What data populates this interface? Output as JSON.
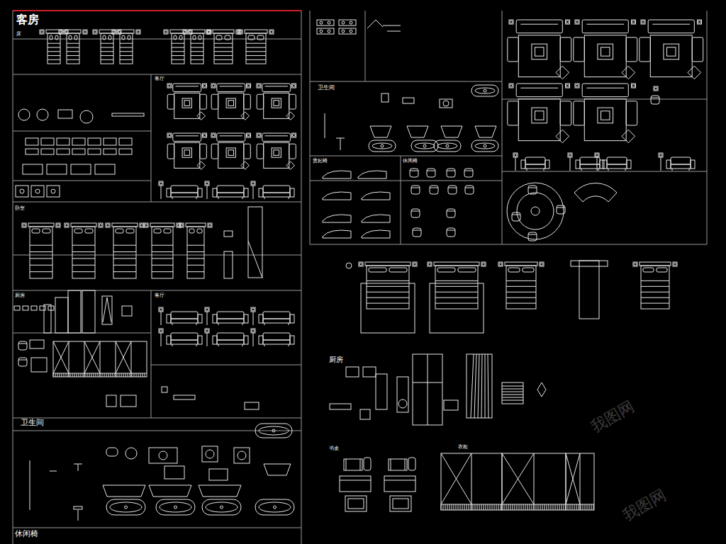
{
  "diagram": {
    "title": "客房",
    "labels": [
      "床",
      "客厅",
      "卧室",
      "厨房",
      "客厅",
      "卫生间",
      "休闲椅",
      "卫生间",
      "贵妃椅",
      "休闲椅",
      "厨房",
      "书桌",
      "衣柜",
      "我图网",
      "我图网"
    ]
  }
}
